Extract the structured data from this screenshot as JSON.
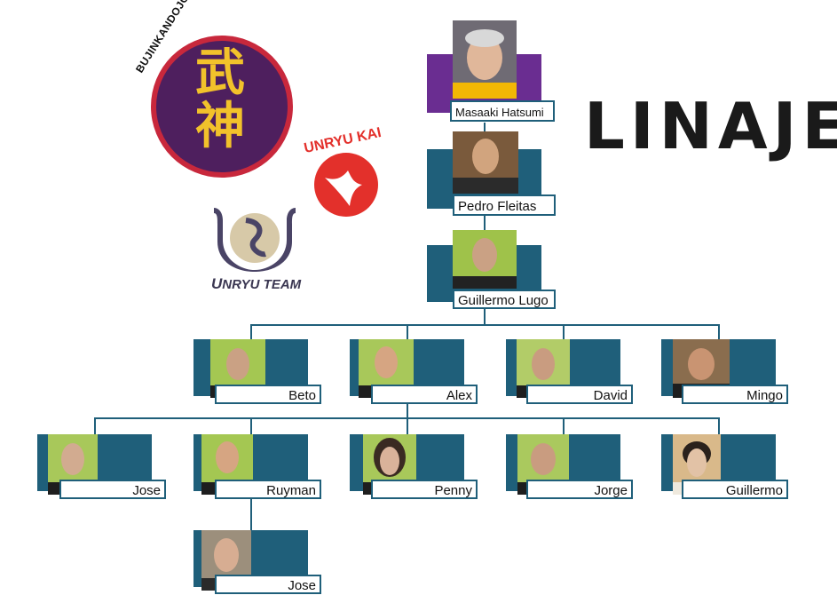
{
  "title": "LINAJE",
  "logos": {
    "bujinkan": {
      "text": "BUJINKANDOJO",
      "kanji1": "武",
      "kanji2": "神"
    },
    "unryu_kai": {
      "text": "UNRYU KAI"
    },
    "unryu_team": {
      "text_u": "U",
      "text_rest": "NRYU TEAM"
    }
  },
  "colors": {
    "block": "#1f5f7a",
    "purple": "#6a2d91",
    "bujinkan_red": "#c8283c",
    "bujinkan_purple": "#4e1f5e",
    "kanji_gold": "#f2c22b",
    "unryu_red": "#e3302b"
  },
  "people": {
    "hatsumi": "Masaaki Hatsumi",
    "fleitas": "Pedro Fleitas",
    "lugo": "Guillermo Lugo",
    "beto": "Beto",
    "alex": "Alex",
    "david": "David",
    "mingo": "Mingo",
    "jose1": "Jose",
    "ruyman": "Ruyman",
    "penny": "Penny",
    "jorge": "Jorge",
    "guillermo": "Guillermo",
    "jose2": "Jose"
  }
}
